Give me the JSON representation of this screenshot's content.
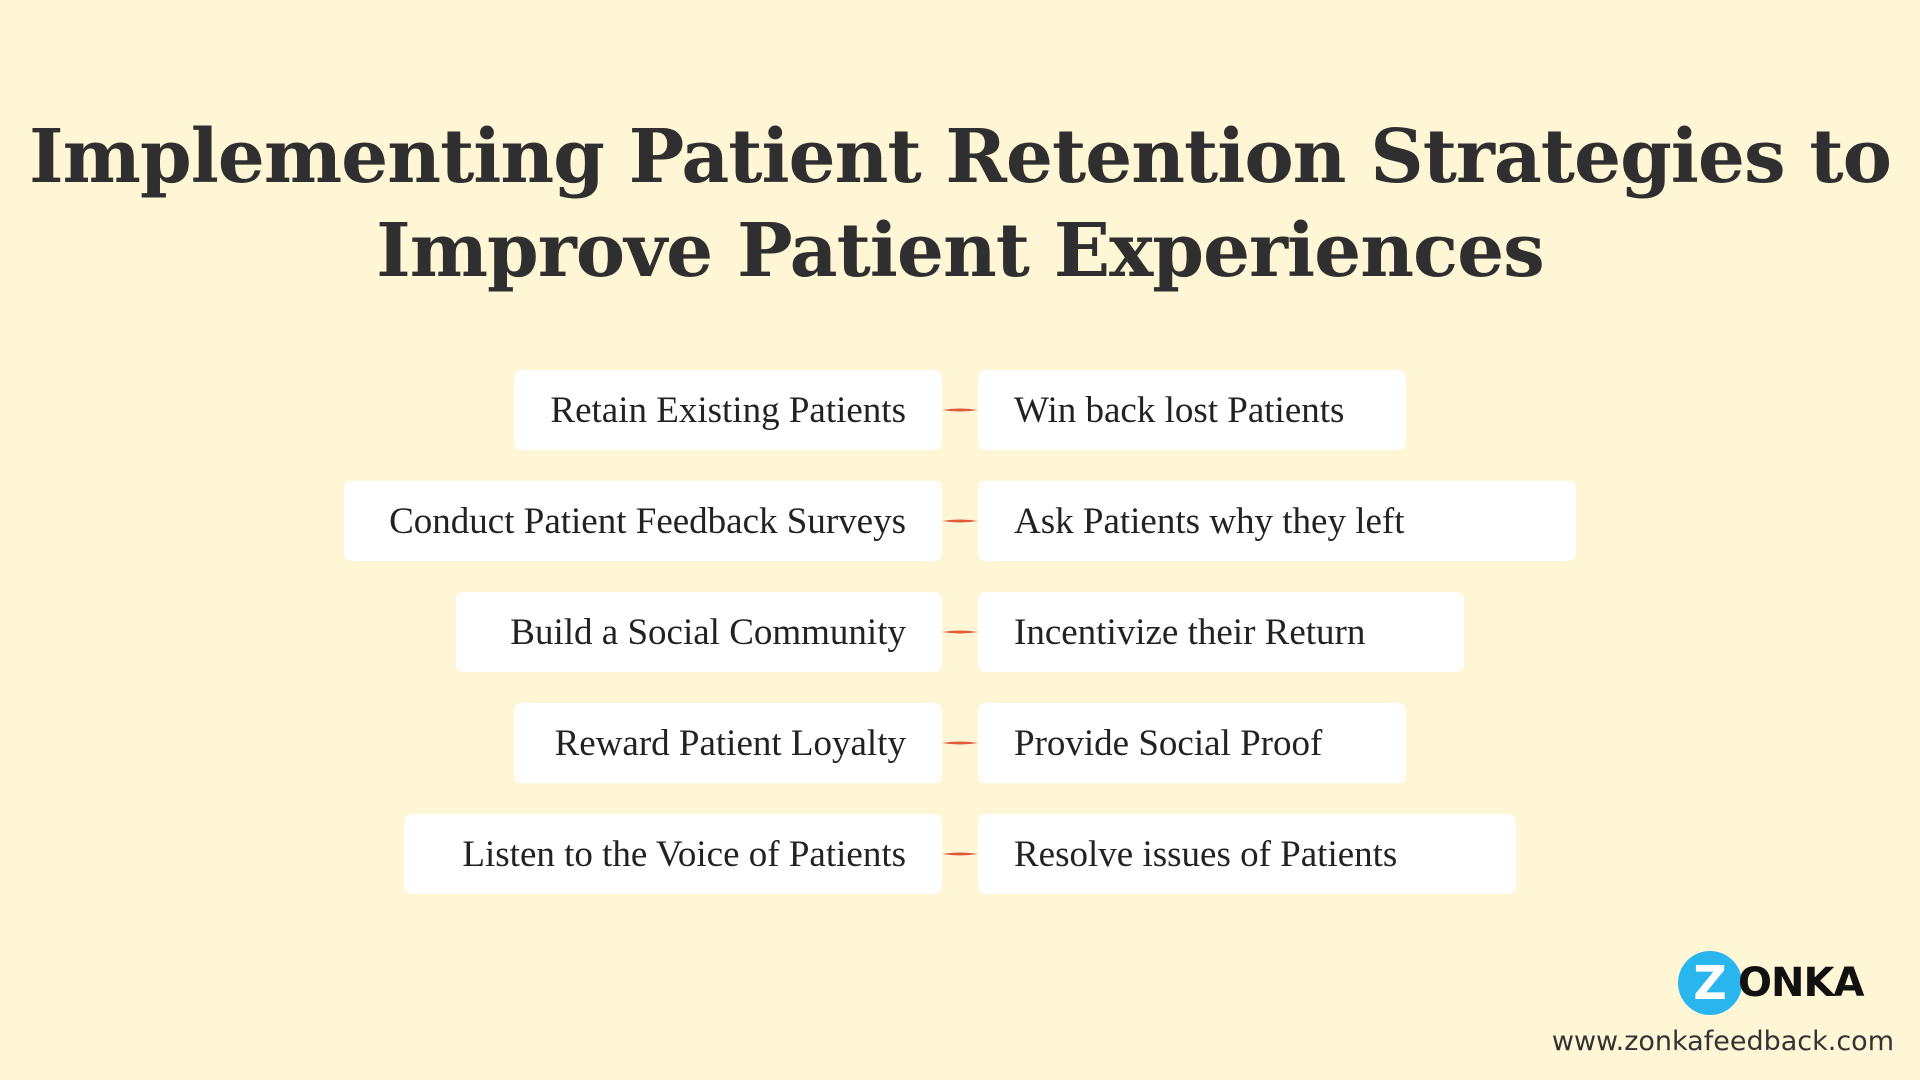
{
  "header": {
    "title_line1": "Implementing Patient Retention Strategies to",
    "title_line2": "Improve Patient Experiences"
  },
  "rows": [
    {
      "left": "Retain Existing Patients",
      "right": "Win back lost Patients"
    },
    {
      "left": "Conduct Patient Feedback Surveys",
      "right": "Ask Patients why they left"
    },
    {
      "left": "Build a Social Community",
      "right": "Incentivize their Return"
    },
    {
      "left": "Reward Patient Loyalty",
      "right": "Provide Social Proof"
    },
    {
      "left": "Listen to the Voice of Patients",
      "right": "Resolve issues of Patients"
    }
  ],
  "colors": {
    "background": "#fff6d6",
    "connector": "#e05a3c",
    "logo_circle": "#29b6ee"
  },
  "brand": {
    "logo_letter": "Z",
    "logo_rest": "ONKA",
    "website": "www.zonkafeedback.com"
  }
}
